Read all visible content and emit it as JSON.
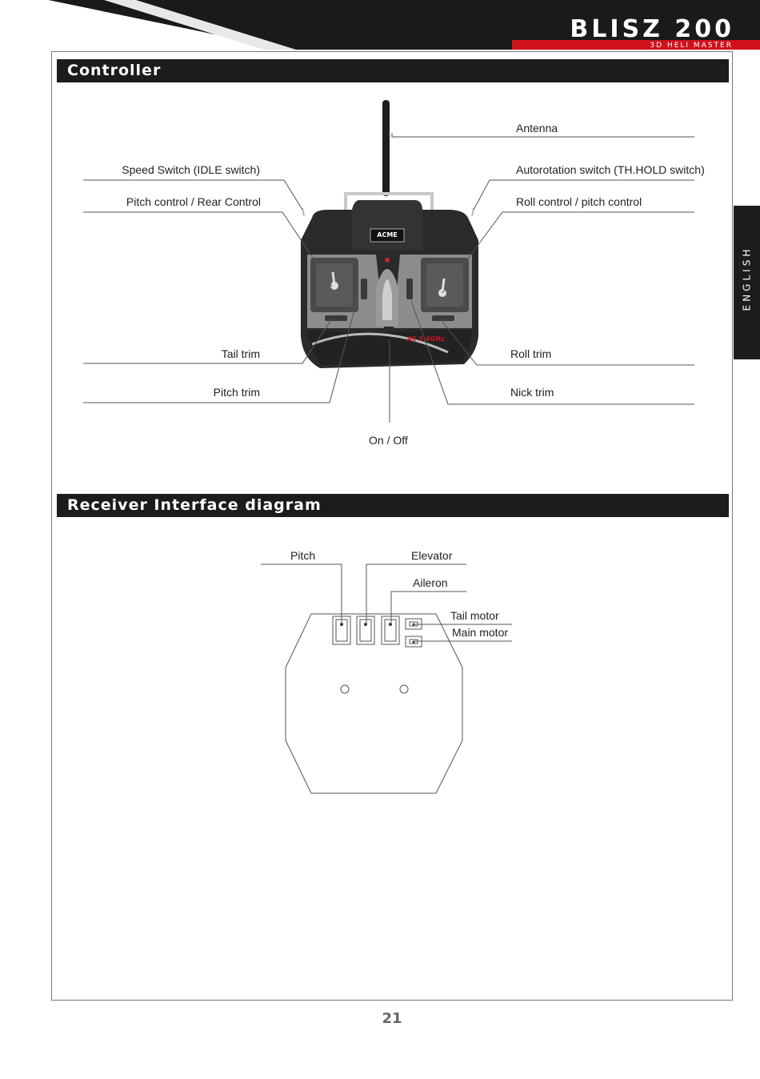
{
  "header": {
    "brand": "BLISZ 200",
    "subtitle": "3D HELI MASTER"
  },
  "side_tab": {
    "label": "ENGLISH"
  },
  "controller": {
    "title": "Controller",
    "device_logo": "ACME",
    "labels": {
      "antenna": "Antenna",
      "speed_switch": "Speed Switch (IDLE switch)",
      "autorotation_switch": "Autorotation switch (TH.HOLD switch)",
      "pitch_control": "Pitch control / Rear Control",
      "roll_control": "Roll control / pitch control",
      "tail_trim": "Tail trim",
      "roll_trim": "Roll trim",
      "pitch_trim": "Pitch trim",
      "nick_trim": "Nick trim",
      "on_off": "On / Off"
    }
  },
  "receiver": {
    "title": "Receiver Interface diagram",
    "labels": {
      "pitch": "Pitch",
      "elevator": "Elevator",
      "aileron": "Aileron",
      "tail_motor": "Tail motor",
      "main_motor": "Main motor"
    }
  },
  "page_number": "21",
  "colors": {
    "header_dark": "#1a1a1a",
    "accent_red": "#d0121b",
    "bar": "#1c1c1c"
  }
}
